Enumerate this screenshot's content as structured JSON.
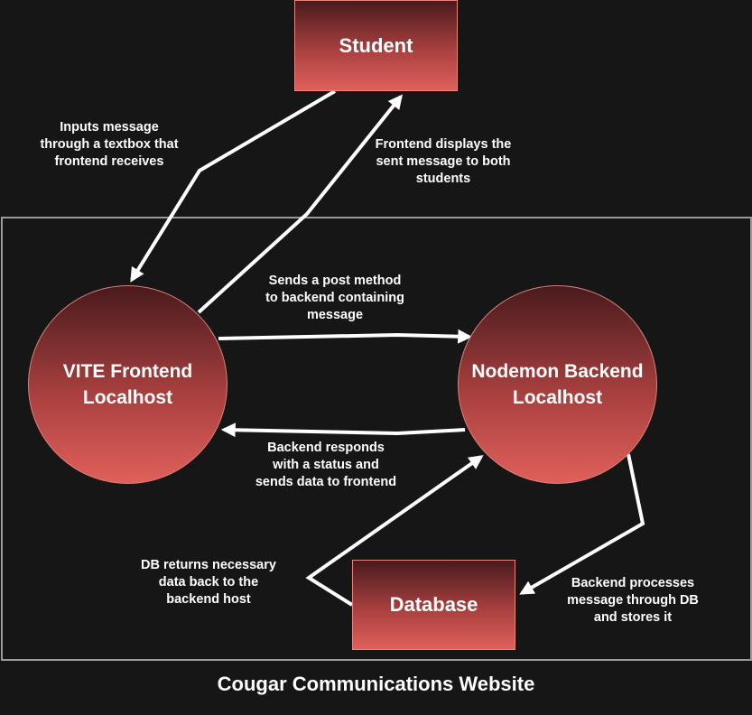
{
  "nodes": {
    "student": "Student",
    "frontend": "VITE Frontend\nLocalhost",
    "backend": "Nodemon Backend\nLocalhost",
    "database": "Database"
  },
  "edges": {
    "inputs": "Inputs message\nthrough a textbox that\nfrontend receives",
    "displays": "Frontend displays the\nsent message to both\nstudents",
    "post": "Sends a post method\nto backend containing\nmessage",
    "responds": "Backend responds\nwith a status and\nsends data to frontend",
    "db_returns": "DB returns necessary\ndata back to the\nbackend host",
    "processes": "Backend processes\nmessage through DB\nand stores it"
  },
  "caption": "Cougar Communications Website",
  "colors": {
    "background": "#161616",
    "frame": "#9a9a9a",
    "node_top": "#4a1a1c",
    "node_bottom": "#e0605a",
    "arrow": "#ffffff"
  }
}
